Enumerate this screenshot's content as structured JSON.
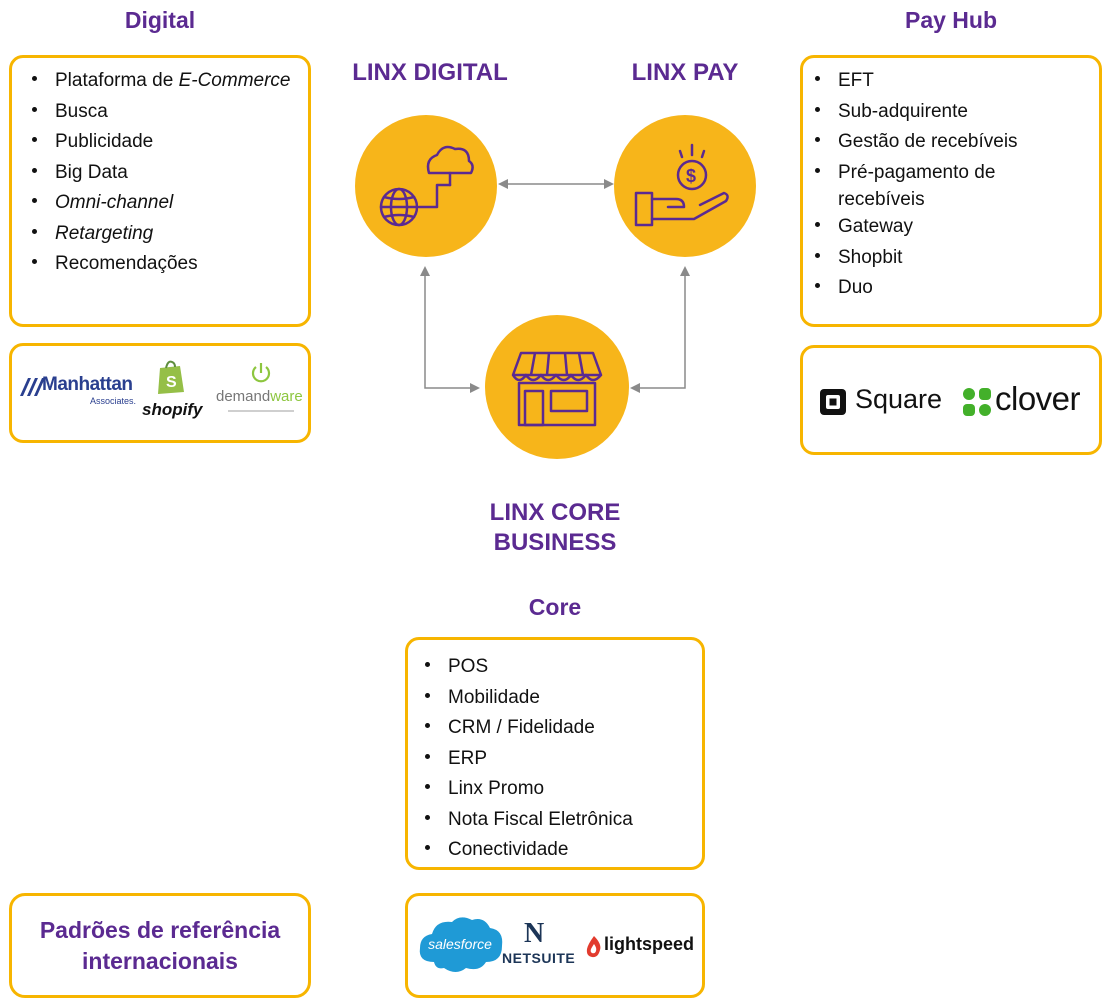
{
  "digital": {
    "title": "Digital",
    "items": [
      {
        "prefix": "Plataforma de ",
        "em": "E-Commerce"
      },
      {
        "text": "Busca"
      },
      {
        "text": "Publicidade"
      },
      {
        "text": "Big Data"
      },
      {
        "text": "Omni-channel",
        "italic": true
      },
      {
        "text": "Retargeting",
        "italic": true
      },
      {
        "text": "Recomendações"
      }
    ],
    "logos": {
      "manhattan": "Manhattan",
      "manhattan_sub": "Associates.",
      "shopify": "shopify",
      "demandware_a": "demand",
      "demandware_b": "ware"
    }
  },
  "pay_hub": {
    "title": "Pay Hub",
    "items": [
      {
        "text": "EFT"
      },
      {
        "text": "Sub-adquirente"
      },
      {
        "text": "Gestão de recebíveis"
      },
      {
        "text": "Pré-pagamento de"
      },
      {
        "text": "recebíveis",
        "continuation": true
      },
      {
        "text": "Gateway"
      },
      {
        "text": "Shopbit"
      },
      {
        "text": "Duo"
      }
    ],
    "logos": {
      "square": "Square",
      "clover": "clover"
    }
  },
  "core": {
    "title": "Core",
    "items": [
      {
        "text": "POS"
      },
      {
        "text": "Mobilidade"
      },
      {
        "text": "CRM / Fidelidade"
      },
      {
        "text": "ERP"
      },
      {
        "text": "Linx Promo"
      },
      {
        "text": "Nota Fiscal Eletrônica"
      },
      {
        "text": "Conectividade"
      }
    ],
    "logos": {
      "salesforce": "salesforce",
      "netsuite_n": "N",
      "netsuite": "NETSUITE",
      "lightspeed": "lightspeed"
    }
  },
  "hubs": {
    "digital": "LINX DIGITAL",
    "pay": "LINX PAY",
    "core_line1": "LINX CORE",
    "core_line2": "BUSINESS"
  },
  "reference": {
    "line1": "Padrões de referência",
    "line2": "internacionais"
  },
  "colors": {
    "accent": "#f7b500",
    "circle": "#f7b51a",
    "title": "#5b2a91",
    "icon_stroke": "#5b2a91",
    "arrow": "#8a8a8a"
  }
}
